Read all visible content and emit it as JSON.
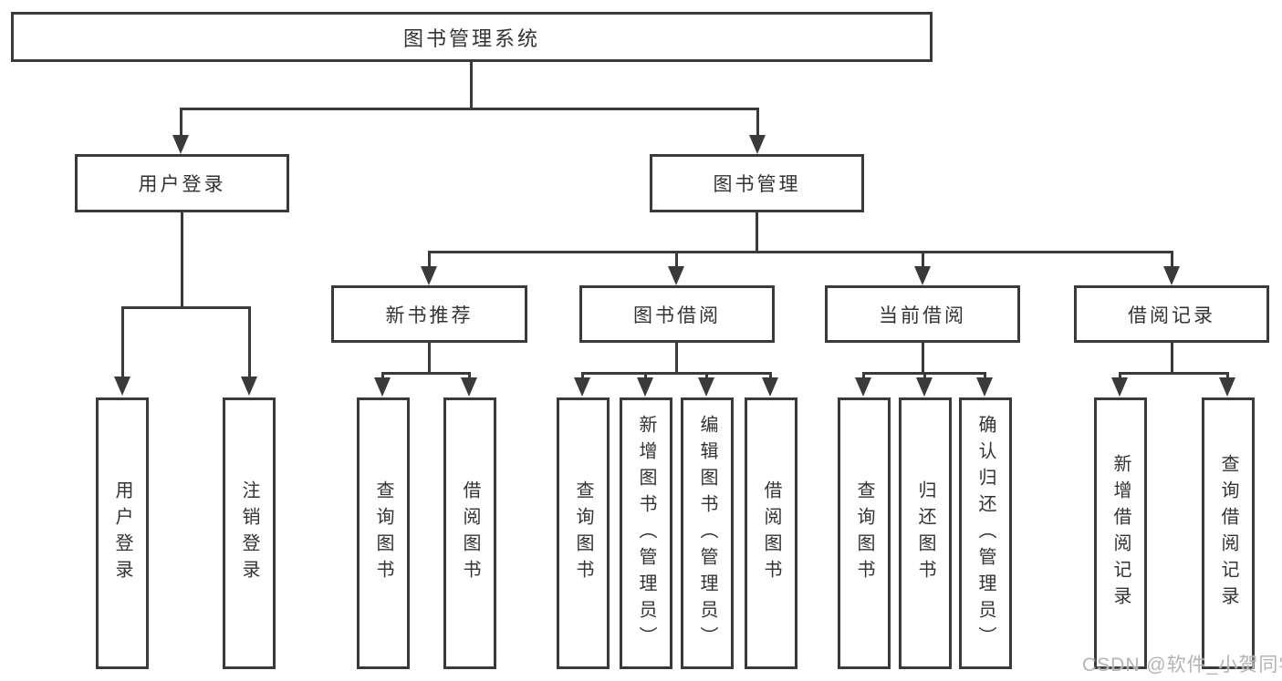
{
  "colors": {
    "line": "#3a3a3a",
    "text": "#333333",
    "watermark": "#b4b4b4",
    "background": "#ffffff"
  },
  "watermark": "CSDN @软件_小贺同学",
  "diagram": {
    "root": "图书管理系统",
    "branches": [
      {
        "label": "用户登录",
        "leaves": [
          "用户登录",
          "注销登录"
        ]
      },
      {
        "label": "图书管理",
        "groups": [
          {
            "label": "新书推荐",
            "leaves": [
              "查询图书",
              "借阅图书"
            ]
          },
          {
            "label": "图书借阅",
            "leaves": [
              "查询图书",
              "新增图书（管理员）",
              "编辑图书（管理员）",
              "借阅图书"
            ]
          },
          {
            "label": "当前借阅",
            "leaves": [
              "查询图书",
              "归还图书",
              "确认归还（管理员）"
            ]
          },
          {
            "label": "借阅记录",
            "leaves": [
              "新增借阅记录",
              "查询借阅记录"
            ]
          }
        ]
      }
    ]
  }
}
